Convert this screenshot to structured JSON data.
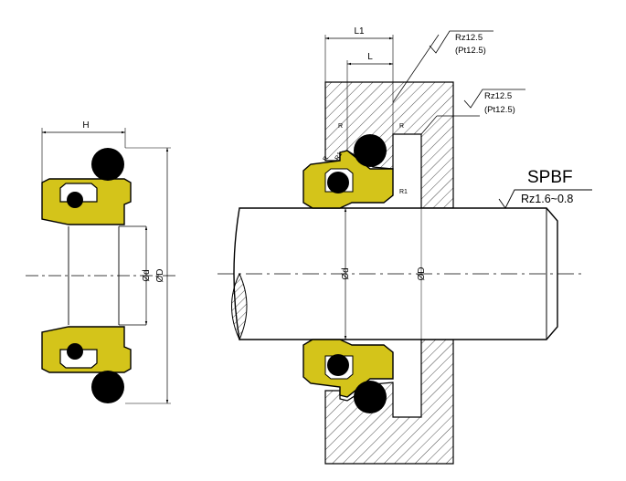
{
  "drawing": {
    "profile_name": "SPBF",
    "shaft_finish": "Rz1.6~0.8",
    "housing_roughness_1": "Rz12.5",
    "housing_roughness_1_alt": "(Pt12.5)",
    "housing_roughness_2": "Rz12.5",
    "housing_roughness_2_alt": "(Pt12.5)"
  },
  "dimensions": {
    "groove_length_L1": "L1",
    "groove_length_L": "L",
    "seal_height_H": "H",
    "seal_inner_dia": "Ød",
    "seal_outer_dia": "ØD",
    "shaft_dia": "Ød",
    "groove_dia": "ØD",
    "radius_1": "R",
    "radius_2": "R",
    "radius_3": "R",
    "radius_4": "R1",
    "radius_5": "R1"
  },
  "colors": {
    "seal_body": "#d4c41a",
    "o_ring": "#000000",
    "line": "#000000"
  }
}
